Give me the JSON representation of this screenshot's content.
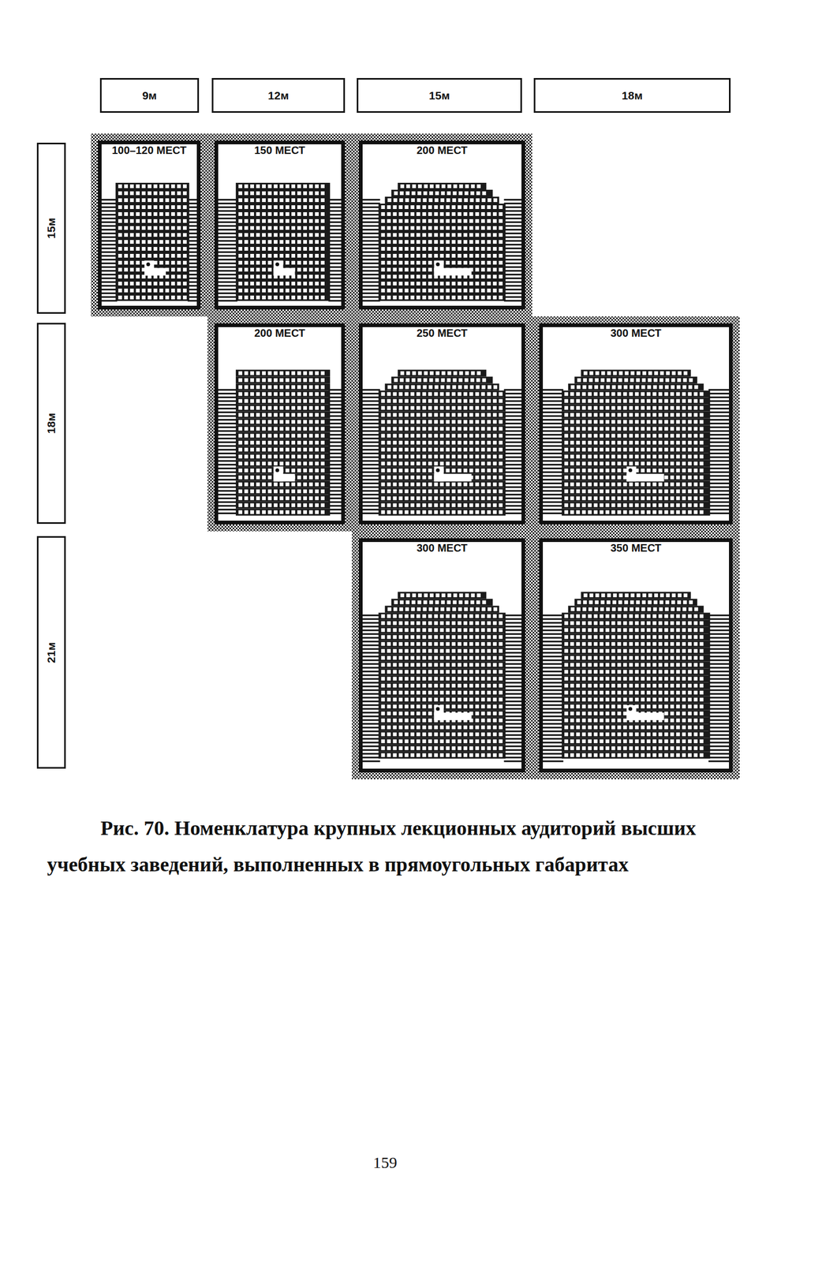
{
  "diagram": {
    "caption": "Рис. 70. Номенклатура крупных лекционных аудиторий высших учебных заведений, выполненных в прямоугольных габаритах",
    "nodes": [
      {
        "text": [
          "9м"
        ]
      },
      {
        "text": [
          "12м"
        ]
      },
      {
        "text": [
          "15м"
        ]
      },
      {
        "text": [
          "18м"
        ]
      },
      {
        "text": [
          "15м"
        ]
      },
      {
        "text": [
          "18м"
        ]
      },
      {
        "text": [
          "21м"
        ]
      },
      {
        "text": [
          "100–120 МЕСТ"
        ]
      },
      {
        "text": [
          "150 МЕСТ"
        ]
      },
      {
        "text": [
          "200 МЕСТ"
        ]
      },
      {
        "text": [
          "200 МЕСТ"
        ]
      },
      {
        "text": [
          "250 МЕСТ"
        ]
      },
      {
        "text": [
          "300 МЕСТ"
        ]
      },
      {
        "text": [
          "300 МЕСТ"
        ]
      },
      {
        "text": [
          "350 МЕСТ"
        ]
      }
    ],
    "labels": [
      "159"
    ]
  }
}
